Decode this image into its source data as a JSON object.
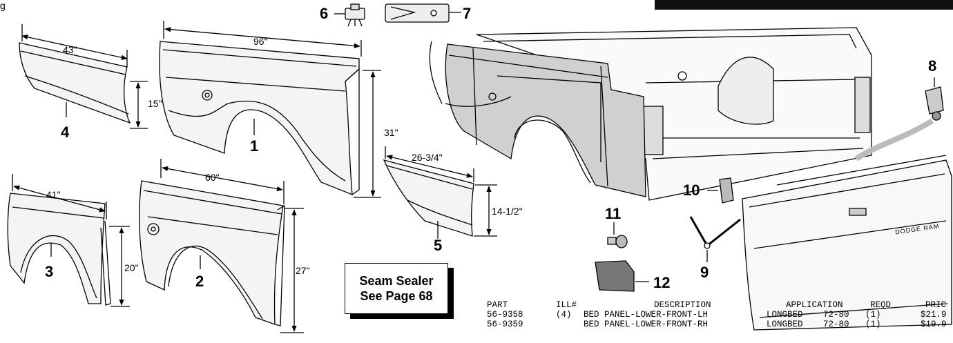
{
  "header": {
    "corner_text": "g"
  },
  "callouts": {
    "n1": "1",
    "n2": "2",
    "n3": "3",
    "n4": "4",
    "n5": "5",
    "n6": "6",
    "n7": "7",
    "n8": "8",
    "n9": "9",
    "n10": "10",
    "n11": "11",
    "n12": "12"
  },
  "dimensions": {
    "panel4_width": "43\"",
    "panel4_height": "15\"",
    "panel1_width": "96\"",
    "panel1_height": "31\"",
    "panel3_width": "41\"",
    "panel3_height": "20\"",
    "panel2_width": "60\"",
    "panel2_height": "27\"",
    "panel5_width": "26-3/4\"",
    "panel5_height": "14-1/2\""
  },
  "tailgate_emblem": "DODGE RAM",
  "seam_sealer": {
    "line1": "Seam Sealer",
    "line2": "See Page 68"
  },
  "parts_table": {
    "headers": {
      "part": "PART",
      "ill": "ILL#",
      "description": "DESCRIPTION",
      "application": "APPLICATION",
      "reqd": "REQD",
      "price": "PRIC"
    },
    "rows": [
      {
        "part": "56-9358",
        "ill": "(4)",
        "description": "BED PANEL-LOWER-FRONT-LH",
        "application": "LONGBED",
        "years": "72-80",
        "reqd": "(1)",
        "price": "$21.9"
      },
      {
        "part": "56-9359",
        "ill": "",
        "description": "BED PANEL-LOWER-FRONT-RH",
        "application": "LONGBED",
        "years": "72-80",
        "reqd": "(1)",
        "price": "$19.9"
      }
    ]
  }
}
